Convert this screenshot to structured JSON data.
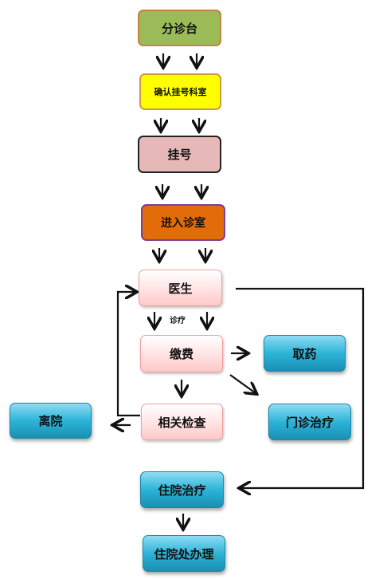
{
  "nodes": {
    "fenzhentai": "分诊台",
    "queren": "确认挂号科室",
    "guahao": "挂号",
    "jinru": "进入诊室",
    "yisheng": "医生",
    "jiaofei": "缴费",
    "quyao": "取药",
    "menzhen": "门诊治疗",
    "jiancha": "相关检查",
    "liyuan": "离院",
    "zhuyuan": "住院治疗",
    "banli": "住院处办理"
  },
  "edge_labels": {
    "zhenliao": "诊疗"
  },
  "colors": {
    "start": "#9bbb59",
    "confirm": "#ffff00",
    "register": "#e6b9b8",
    "enter": "#e36c0a",
    "clinic": "#ffe0e0",
    "outcome": "#2cb4d8",
    "arrow": "#111111"
  }
}
